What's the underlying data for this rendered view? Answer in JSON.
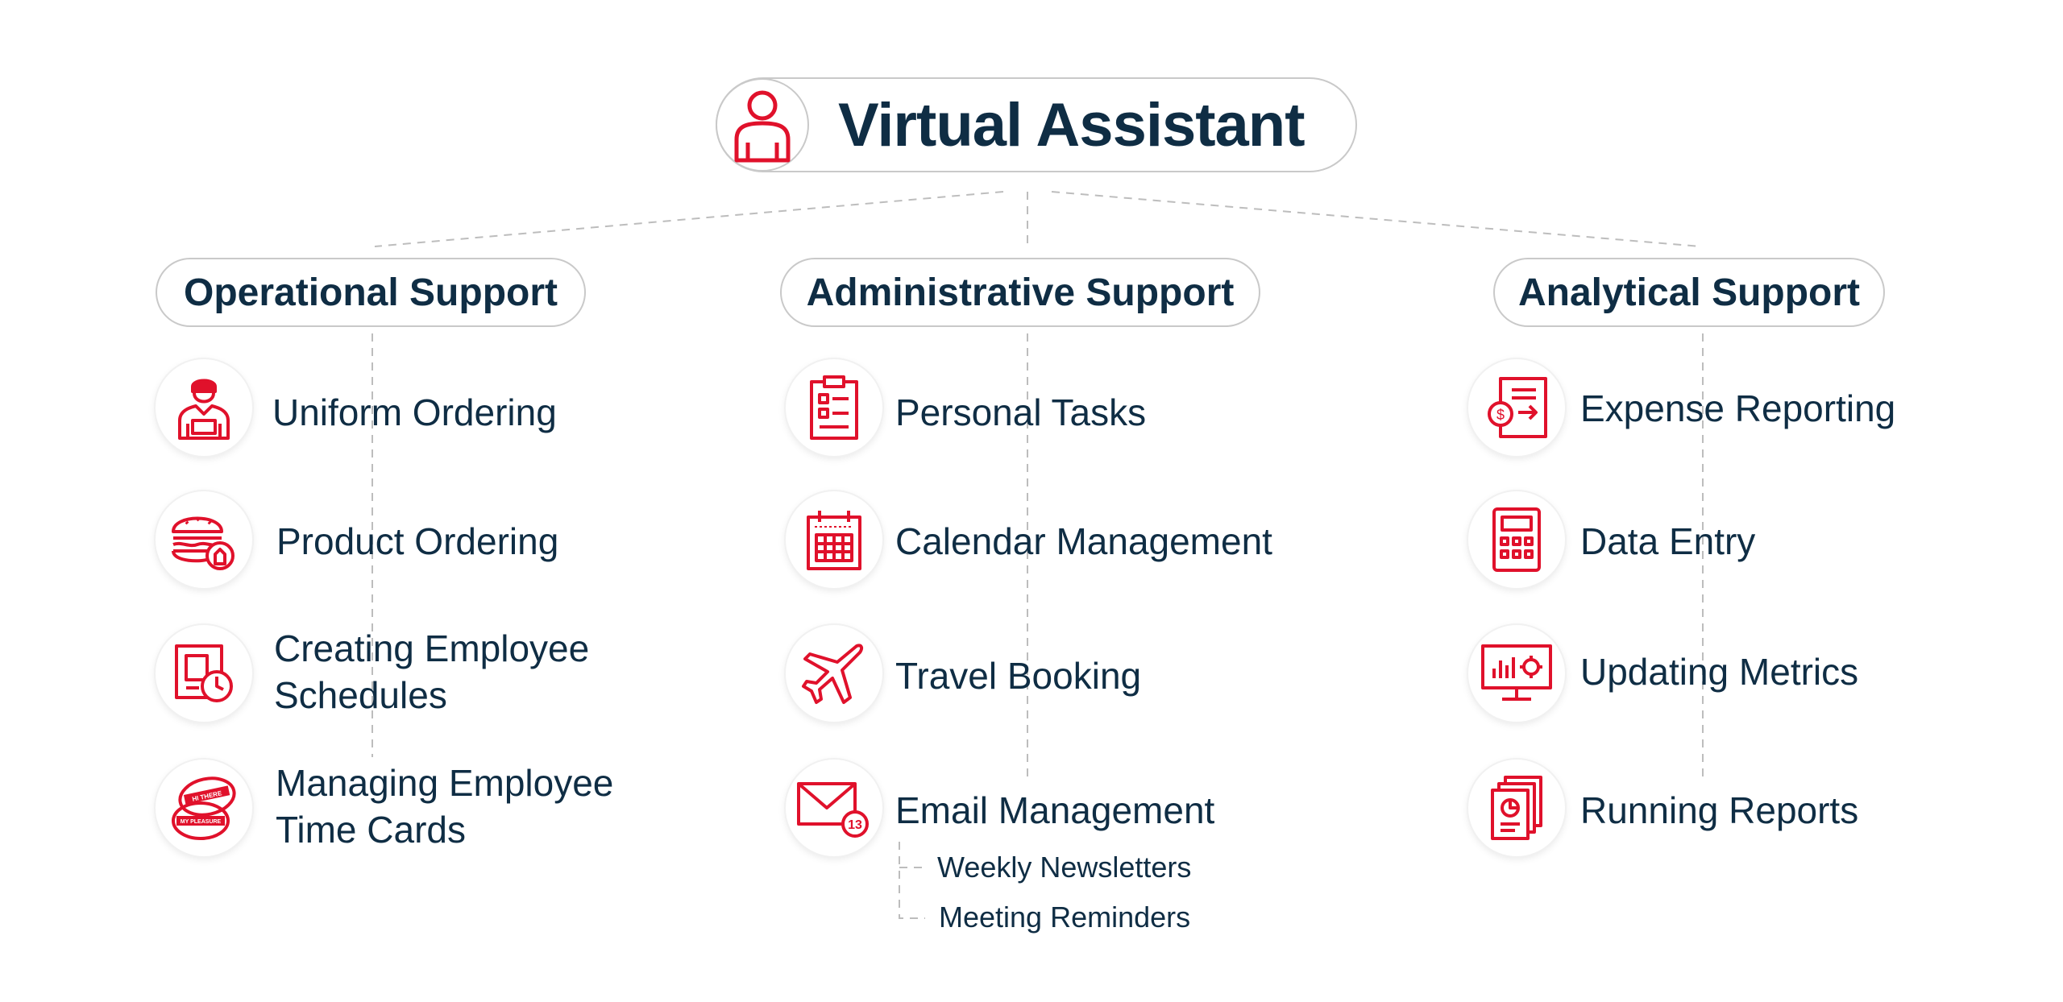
{
  "root": {
    "title": "Virtual Assistant",
    "icon": "person-icon"
  },
  "colors": {
    "accent": "#e0112b",
    "text": "#0f2d44",
    "border": "#c9c9c9",
    "connector": "#bdbdbd"
  },
  "columns": [
    {
      "title": "Operational Support",
      "items": [
        {
          "label": "Uniform Ordering",
          "icon": "worker-uniform-icon"
        },
        {
          "label": "Product Ordering",
          "icon": "burger-order-icon"
        },
        {
          "label": "Creating Employee Schedules",
          "line1": "Creating Employee",
          "line2": "Schedules",
          "icon": "schedule-clock-icon"
        },
        {
          "label": "Managing Employee Time Cards",
          "line1": "Managing Employee",
          "line2": "Time Cards",
          "icon": "name-tag-cards-icon",
          "tag1": "HI THERE",
          "tag2": "MY PLEASURE"
        }
      ]
    },
    {
      "title": "Administrative Support",
      "items": [
        {
          "label": "Personal Tasks",
          "icon": "clipboard-checklist-icon"
        },
        {
          "label": "Calendar Management",
          "icon": "calendar-icon"
        },
        {
          "label": "Travel Booking",
          "icon": "airplane-icon"
        },
        {
          "label": "Email Management",
          "icon": "envelope-icon",
          "badge": "13",
          "subitems": [
            "Weekly Newsletters",
            "Meeting Reminders"
          ]
        }
      ]
    },
    {
      "title": "Analytical Support",
      "items": [
        {
          "label": "Expense Reporting",
          "icon": "expense-document-icon"
        },
        {
          "label": "Data Entry",
          "icon": "calculator-icon"
        },
        {
          "label": "Updating Metrics",
          "icon": "monitor-metrics-icon"
        },
        {
          "label": "Running Reports",
          "icon": "report-pages-icon"
        }
      ]
    }
  ]
}
